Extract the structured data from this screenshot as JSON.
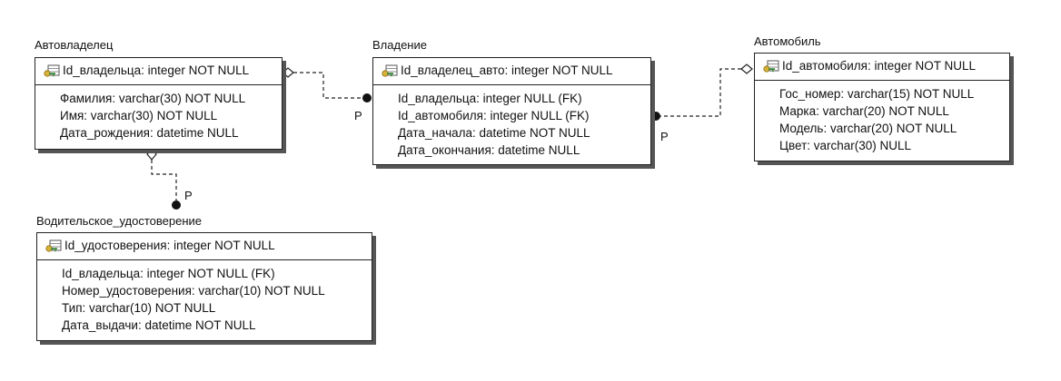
{
  "entities": {
    "owner": {
      "name": "Автовладелец",
      "pk": "Id_владельца: integer NOT NULL",
      "attributes": [
        "Фамилия: varchar(30) NOT NULL",
        "Имя: varchar(30) NOT NULL",
        "Дата_рождения: datetime NULL"
      ]
    },
    "ownership": {
      "name": "Владение",
      "pk": "Id_владелец_авто: integer NOT NULL",
      "attributes": [
        "Id_владельца: integer NULL (FK)",
        "Id_автомобиля: integer NULL (FK)",
        "Дата_начала: datetime NOT NULL",
        "Дата_окончания: datetime NULL"
      ]
    },
    "car": {
      "name": "Автомобиль",
      "pk": "Id_автомобиля: integer NOT NULL",
      "attributes": [
        "Гос_номер: varchar(15) NOT NULL",
        "Марка: varchar(20) NOT NULL",
        "Модель: varchar(20) NOT NULL",
        "Цвет: varchar(30) NULL"
      ]
    },
    "license": {
      "name": "Водительское_удостоверение",
      "pk": "Id_удостоверения: integer NOT NULL",
      "attributes": [
        "Id_владельца: integer NOT NULL (FK)",
        "Номер_удостоверения: varchar(10) NOT NULL",
        "Тип: varchar(10) NOT NULL",
        "Дата_выдачи: datetime NOT NULL"
      ]
    }
  },
  "relationships": [
    {
      "from": "owner",
      "to": "ownership",
      "cardinality": "P"
    },
    {
      "from": "car",
      "to": "ownership",
      "cardinality": "P"
    },
    {
      "from": "owner",
      "to": "license",
      "cardinality": "P"
    }
  ],
  "icons": {
    "primary_key": "key-table-icon"
  },
  "colors": {
    "line": "#222222",
    "shadow": "#555555",
    "key_gold": "#d9b23a",
    "key_green": "#3d8a3d"
  }
}
